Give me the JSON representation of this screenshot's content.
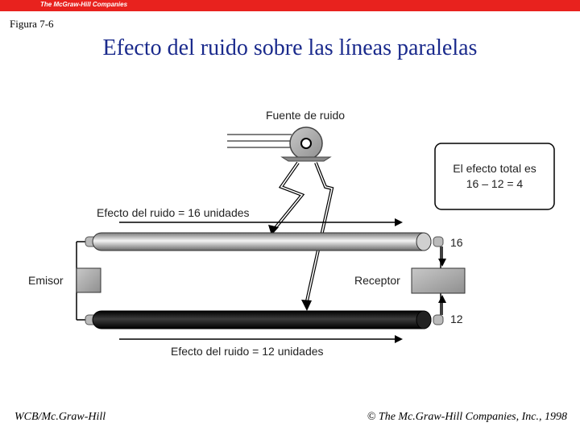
{
  "header": {
    "brand": "The McGraw-Hill Companies"
  },
  "figure_label": "Figura 7-6",
  "title": "Efecto del ruido sobre las líneas paralelas",
  "diagram": {
    "noise_source": "Fuente de ruido",
    "total_effect_line1": "El efecto total es",
    "total_effect_line2": "16 – 12 = 4",
    "noise_top": "Efecto del ruido = 16 unidades",
    "noise_bottom": "Efecto del ruido = 12 unidades",
    "sender": "Emisor",
    "receiver": "Receptor",
    "value_top": "16",
    "value_bottom": "12"
  },
  "footer": {
    "left": "WCB/Mc.Graw-Hill",
    "copyright_symbol": "©",
    "right": "The Mc.Graw-Hill Companies, Inc., 1998"
  }
}
